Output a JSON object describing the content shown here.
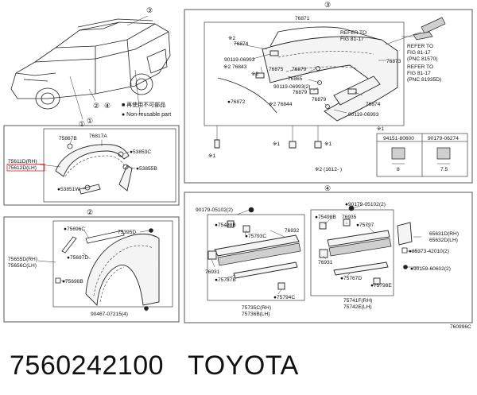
{
  "callouts": {
    "one": "①",
    "two": "②",
    "three": "③",
    "four": "④"
  },
  "legend": {
    "not_reusable": "■ 再使用不可部品",
    "non_reusable": "● Non-reusable part"
  },
  "panel1": {
    "p1": "75867B",
    "p2": "76817A",
    "p3": "●53853C",
    "p4": "●53855B",
    "p5": "●53851W",
    "rh": "75611D(RH)",
    "lh": "75612D(LH)"
  },
  "panel2": {
    "p1": "●75696C",
    "p2": "75395D",
    "p3": "●75697D",
    "p4": "●75698B",
    "rh": "75655D(RH)",
    "lh": "75656C(LH)",
    "bolt": "90467-07215(4)"
  },
  "panel3": {
    "main": "76871",
    "r1": "※2",
    "p_76874a": "76874",
    "s_90119a": "90119-06993",
    "p_76843": "※2 76843",
    "p_76879a": "76879",
    "r2": "※2",
    "p_76875": "76875",
    "p_76865": "76865",
    "s_90119b": "90119-06993(2)",
    "p_76879b": "76879",
    "p_76844": "※2 76844",
    "p_76872": "●76872",
    "p_76879c": "76879",
    "p_76874b": "76874",
    "s_90119c": "90119-06993",
    "p_76873": "76873",
    "ref1a": "REFER TO",
    "ref1b": "FIG 81-17",
    "ref2a": "REFER TO",
    "ref2b": "FIG 81-17",
    "ref2c": "(PNC 81570)",
    "ref3a": "REFER TO",
    "ref3b": "FIG 81-17",
    "ref3c": "(PNC 81935D)",
    "m1": "※1",
    "m2": "※1",
    "m3": "※1",
    "m4": "※1",
    "note": "※2 (1612- )",
    "t_head": "※1",
    "t_pn1": "94151-80600",
    "t_pn2": "90179-06274",
    "t_d1": "8",
    "t_d2": "7.5"
  },
  "panel4": {
    "s1": "90179-05102(2)",
    "s2": "●90179-05102(2)",
    "p_75498a": "●75498B",
    "p_75793c": "●75793C",
    "p_76932": "76932",
    "p_76931a": "76931",
    "p_75787b": "●75787B",
    "p_75794c": "●75794C",
    "rh1": "75735C(RH)",
    "lh1": "75736B(LH)",
    "p_75498b": "●75498B",
    "p_76935": "76935",
    "p_75797": "●75797",
    "p_76931b": "76931",
    "p_75767d": "●75767D",
    "p_75798e": "●75798E",
    "rh2": "75741F(RH)",
    "lh2": "75742E(LH)",
    "p_65631": "65631D(RH)",
    "p_65632": "65632D(LH)",
    "p_85373": "●85373-42010(2)",
    "p_90159": "●90159-60602(2)",
    "code": "760996C"
  },
  "footer": {
    "part_number": "7560242100",
    "brand": "TOYOTA"
  }
}
